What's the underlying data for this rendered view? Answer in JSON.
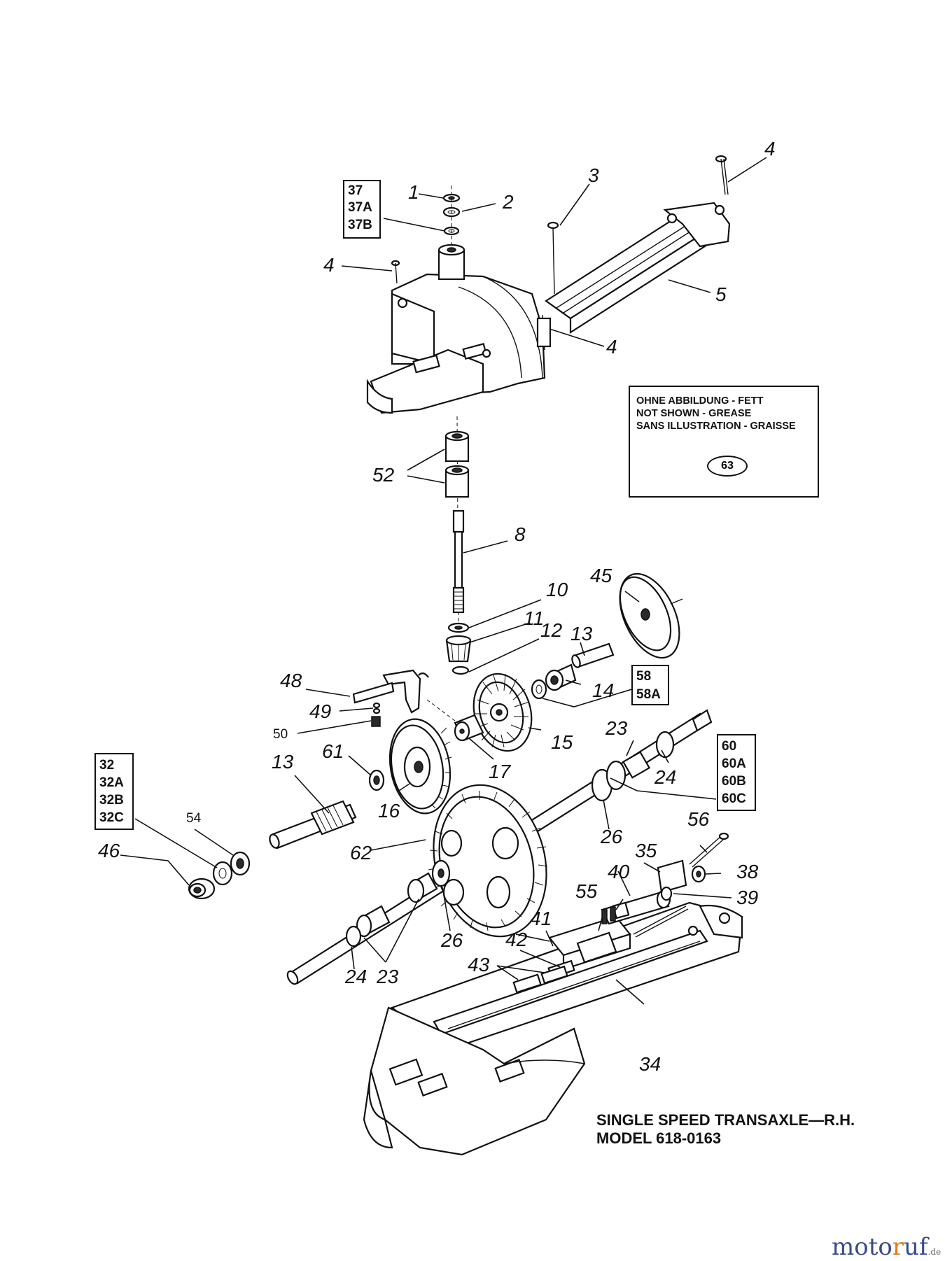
{
  "callouts": {
    "c1": "1",
    "c2": "2",
    "c3": "3",
    "c4a": "4",
    "c4b": "4",
    "c4c": "4",
    "c5": "5",
    "c8": "8",
    "c10": "10",
    "c11": "11",
    "c12": "12",
    "c13a": "13",
    "c13b": "13",
    "c14": "14",
    "c15": "15",
    "c16": "16",
    "c17": "17",
    "c23a": "23",
    "c23b": "23",
    "c24a": "24",
    "c24b": "24",
    "c26a": "26",
    "c26b": "26",
    "c34": "34",
    "c35": "35",
    "c38": "38",
    "c39": "39",
    "c40": "40",
    "c41": "41",
    "c42": "42",
    "c43": "43",
    "c45": "45",
    "c46": "46",
    "c48": "48",
    "c49": "49",
    "c50": "50",
    "c52": "52",
    "c54": "54",
    "c55": "55",
    "c56": "56",
    "c61": "61",
    "c62": "62"
  },
  "boxes": {
    "box37": [
      "37",
      "37A",
      "37B"
    ],
    "box58": [
      "58",
      "58A"
    ],
    "box60": [
      "60",
      "60A",
      "60B",
      "60C"
    ],
    "box32": [
      "32",
      "32A",
      "32B",
      "32C"
    ]
  },
  "note": {
    "line1": "OHNE ABBILDUNG - FETT",
    "line2": "NOT SHOWN - GREASE",
    "line3": "SANS ILLUSTRATION - GRAISSE",
    "part_no": "63"
  },
  "caption": {
    "line1": "SINGLE SPEED TRANSAXLE—R.H.",
    "line2": "MODEL 618-0163"
  },
  "brand": {
    "name_part1": "moto",
    "name_mark": "r",
    "name_part2": "uf",
    "tld": ".de"
  }
}
